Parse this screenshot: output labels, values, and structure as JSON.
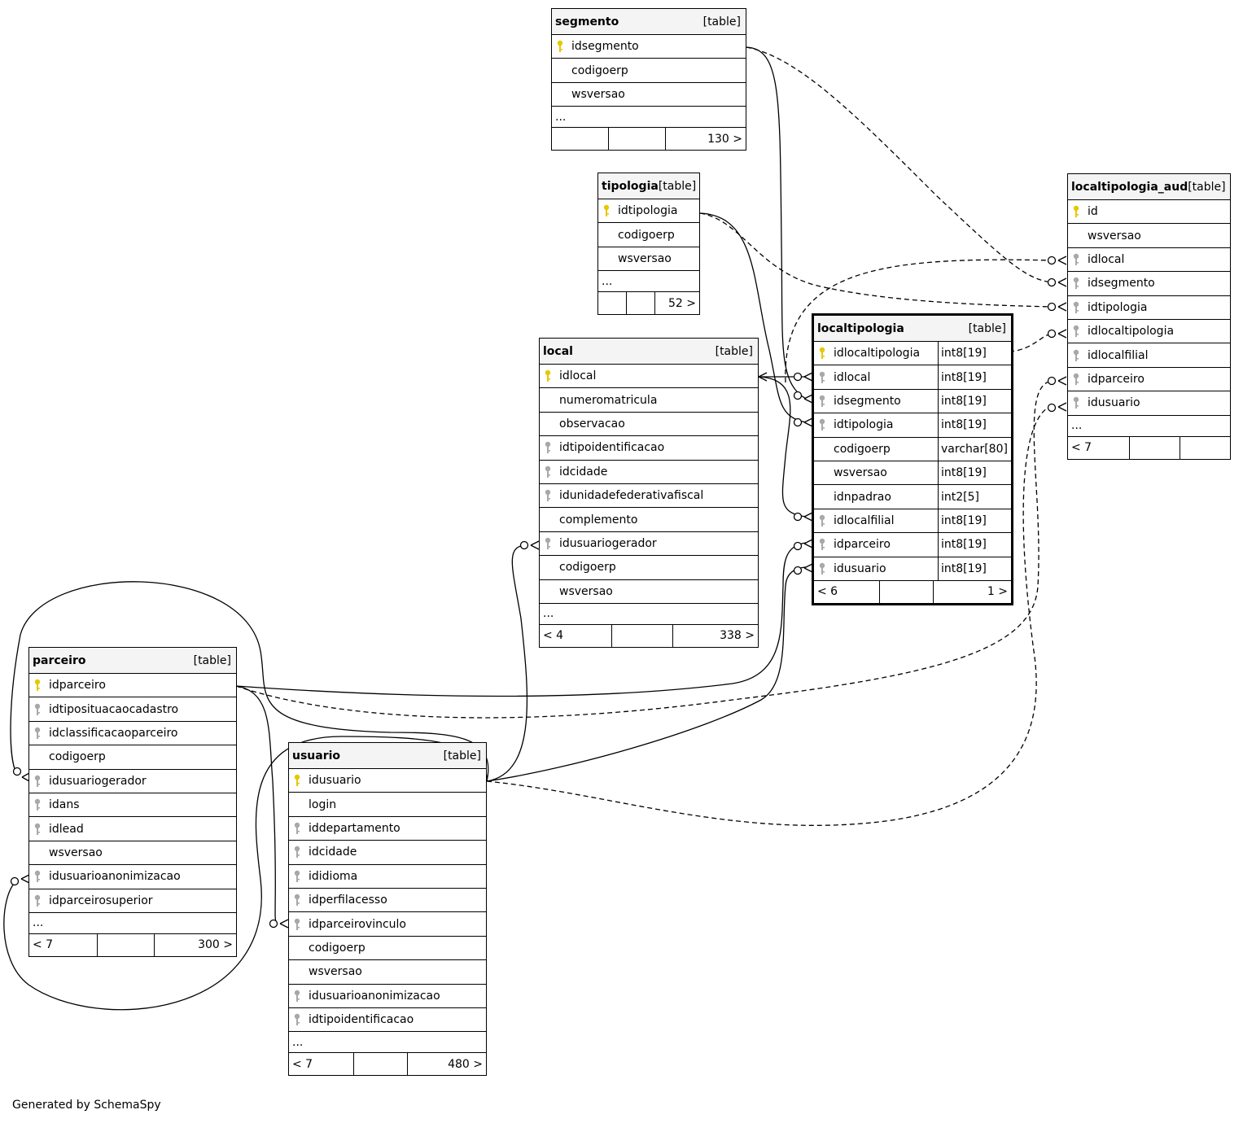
{
  "colors": {
    "pk_key": "#e6c800",
    "fk_key": "#a8a8a8",
    "header_bg": "#f4f4f4"
  },
  "footer_text": "Generated by SchemaSpy",
  "tables": {
    "segmento": {
      "name": "segmento",
      "kind": "[table]",
      "columns": [
        {
          "name": "idsegmento",
          "key": "pk"
        },
        {
          "name": "codigoerp",
          "key": ""
        },
        {
          "name": "wsversao",
          "key": ""
        }
      ],
      "ellipsis": "...",
      "footer": [
        "",
        "",
        "130 >"
      ]
    },
    "tipologia": {
      "name": "tipologia",
      "kind": "[table]",
      "columns": [
        {
          "name": "idtipologia",
          "key": "pk"
        },
        {
          "name": "codigoerp",
          "key": ""
        },
        {
          "name": "wsversao",
          "key": ""
        }
      ],
      "ellipsis": "...",
      "footer": [
        "",
        "",
        "52 >"
      ]
    },
    "local": {
      "name": "local",
      "kind": "[table]",
      "columns": [
        {
          "name": "idlocal",
          "key": "pk"
        },
        {
          "name": "numeromatricula",
          "key": ""
        },
        {
          "name": "observacao",
          "key": ""
        },
        {
          "name": "idtipoidentificacao",
          "key": "fk"
        },
        {
          "name": "idcidade",
          "key": "fk"
        },
        {
          "name": "idunidadefederativafiscal",
          "key": "fk"
        },
        {
          "name": "complemento",
          "key": ""
        },
        {
          "name": "idusuariogerador",
          "key": "fk"
        },
        {
          "name": "codigoerp",
          "key": ""
        },
        {
          "name": "wsversao",
          "key": ""
        }
      ],
      "ellipsis": "...",
      "footer": [
        "< 4",
        "",
        "338 >"
      ]
    },
    "localtipologia": {
      "name": "localtipologia",
      "kind": "[table]",
      "columns": [
        {
          "name": "idlocaltipologia",
          "key": "pk",
          "type": "int8[19]"
        },
        {
          "name": "idlocal",
          "key": "fk",
          "type": "int8[19]"
        },
        {
          "name": "idsegmento",
          "key": "fk",
          "type": "int8[19]"
        },
        {
          "name": "idtipologia",
          "key": "fk",
          "type": "int8[19]"
        },
        {
          "name": "codigoerp",
          "key": "",
          "type": "varchar[80]"
        },
        {
          "name": "wsversao",
          "key": "",
          "type": "int8[19]"
        },
        {
          "name": "idnpadrao",
          "key": "",
          "type": "int2[5]"
        },
        {
          "name": "idlocalfilial",
          "key": "fk",
          "type": "int8[19]"
        },
        {
          "name": "idparceiro",
          "key": "fk",
          "type": "int8[19]"
        },
        {
          "name": "idusuario",
          "key": "fk",
          "type": "int8[19]"
        }
      ],
      "footer": [
        "< 6",
        "",
        "1 >"
      ]
    },
    "localtipologia_aud": {
      "name": "localtipologia_aud",
      "kind": "[table]",
      "columns": [
        {
          "name": "id",
          "key": "pk"
        },
        {
          "name": "wsversao",
          "key": ""
        },
        {
          "name": "idlocal",
          "key": "fk"
        },
        {
          "name": "idsegmento",
          "key": "fk"
        },
        {
          "name": "idtipologia",
          "key": "fk"
        },
        {
          "name": "idlocaltipologia",
          "key": "fk"
        },
        {
          "name": "idlocalfilial",
          "key": "fk"
        },
        {
          "name": "idparceiro",
          "key": "fk"
        },
        {
          "name": "idusuario",
          "key": "fk"
        }
      ],
      "ellipsis": "...",
      "footer": [
        "< 7",
        "",
        ""
      ]
    },
    "parceiro": {
      "name": "parceiro",
      "kind": "[table]",
      "columns": [
        {
          "name": "idparceiro",
          "key": "pk"
        },
        {
          "name": "idtiposituacaocadastro",
          "key": "fk"
        },
        {
          "name": "idclassificacaoparceiro",
          "key": "fk"
        },
        {
          "name": "codigoerp",
          "key": ""
        },
        {
          "name": "idusuariogerador",
          "key": "fk"
        },
        {
          "name": "idans",
          "key": "fk"
        },
        {
          "name": "idlead",
          "key": "fk"
        },
        {
          "name": "wsversao",
          "key": ""
        },
        {
          "name": "idusuarioanonimizacao",
          "key": "fk"
        },
        {
          "name": "idparceirosuperior",
          "key": "fk"
        }
      ],
      "ellipsis": "...",
      "footer": [
        "< 7",
        "",
        "300 >"
      ]
    },
    "usuario": {
      "name": "usuario",
      "kind": "[table]",
      "columns": [
        {
          "name": "idusuario",
          "key": "pk"
        },
        {
          "name": "login",
          "key": ""
        },
        {
          "name": "iddepartamento",
          "key": "fk"
        },
        {
          "name": "idcidade",
          "key": "fk"
        },
        {
          "name": "ididioma",
          "key": "fk"
        },
        {
          "name": "idperfilacesso",
          "key": "fk"
        },
        {
          "name": "idparceirovinculo",
          "key": "fk"
        },
        {
          "name": "codigoerp",
          "key": ""
        },
        {
          "name": "wsversao",
          "key": ""
        },
        {
          "name": "idusuarioanonimizacao",
          "key": "fk"
        },
        {
          "name": "idtipoidentificacao",
          "key": "fk"
        }
      ],
      "ellipsis": "...",
      "footer": [
        "< 7",
        "",
        "480 >"
      ]
    }
  }
}
